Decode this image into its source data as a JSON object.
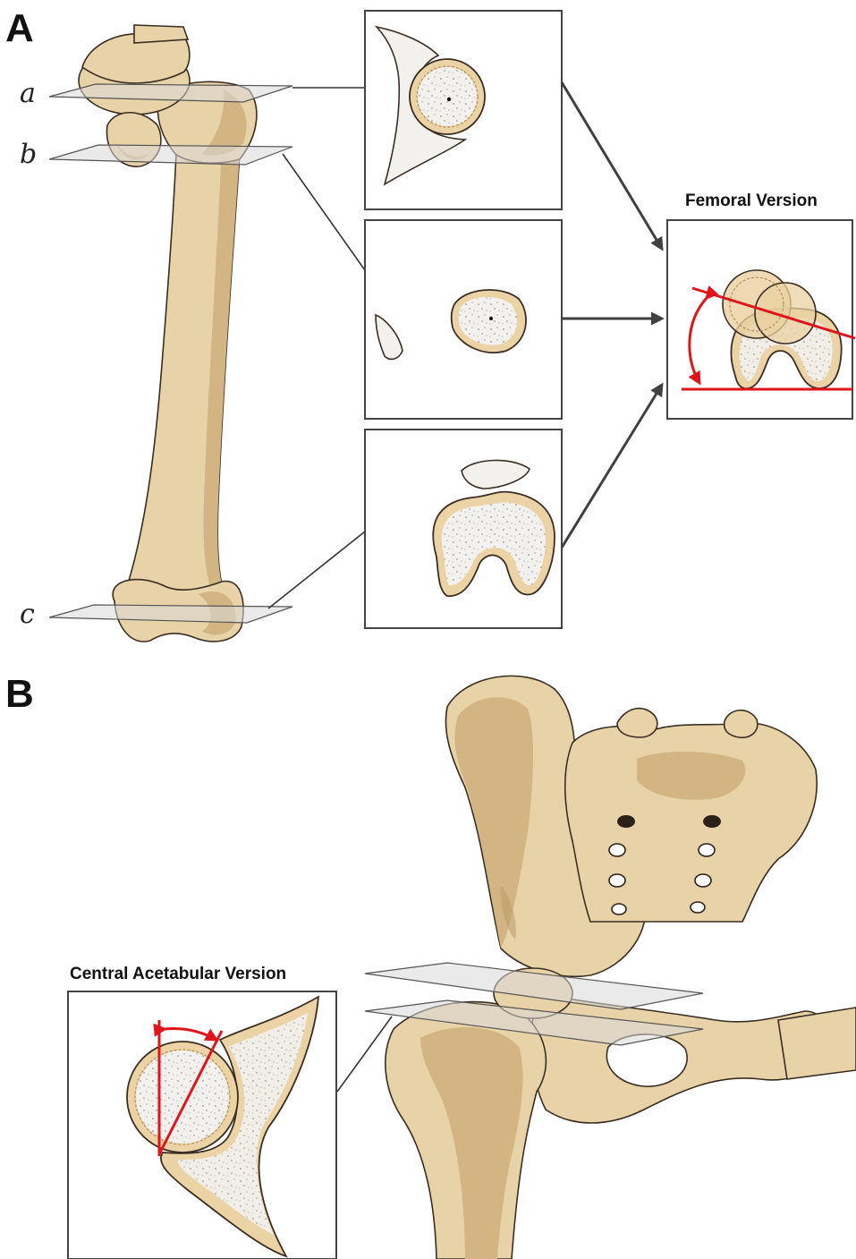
{
  "panels": {
    "a_letter": "A",
    "b_letter": "B"
  },
  "planes": {
    "a": "a",
    "b": "b",
    "c": "c"
  },
  "labels": {
    "femoral_version": "Femoral Version",
    "central_acetabular_version": "Central Acetabular Version"
  },
  "colors": {
    "bone": "#e8d3a8",
    "cancellous": "#f2f1ee",
    "measurement_lines": "#e0141b",
    "frames": "#444444"
  }
}
